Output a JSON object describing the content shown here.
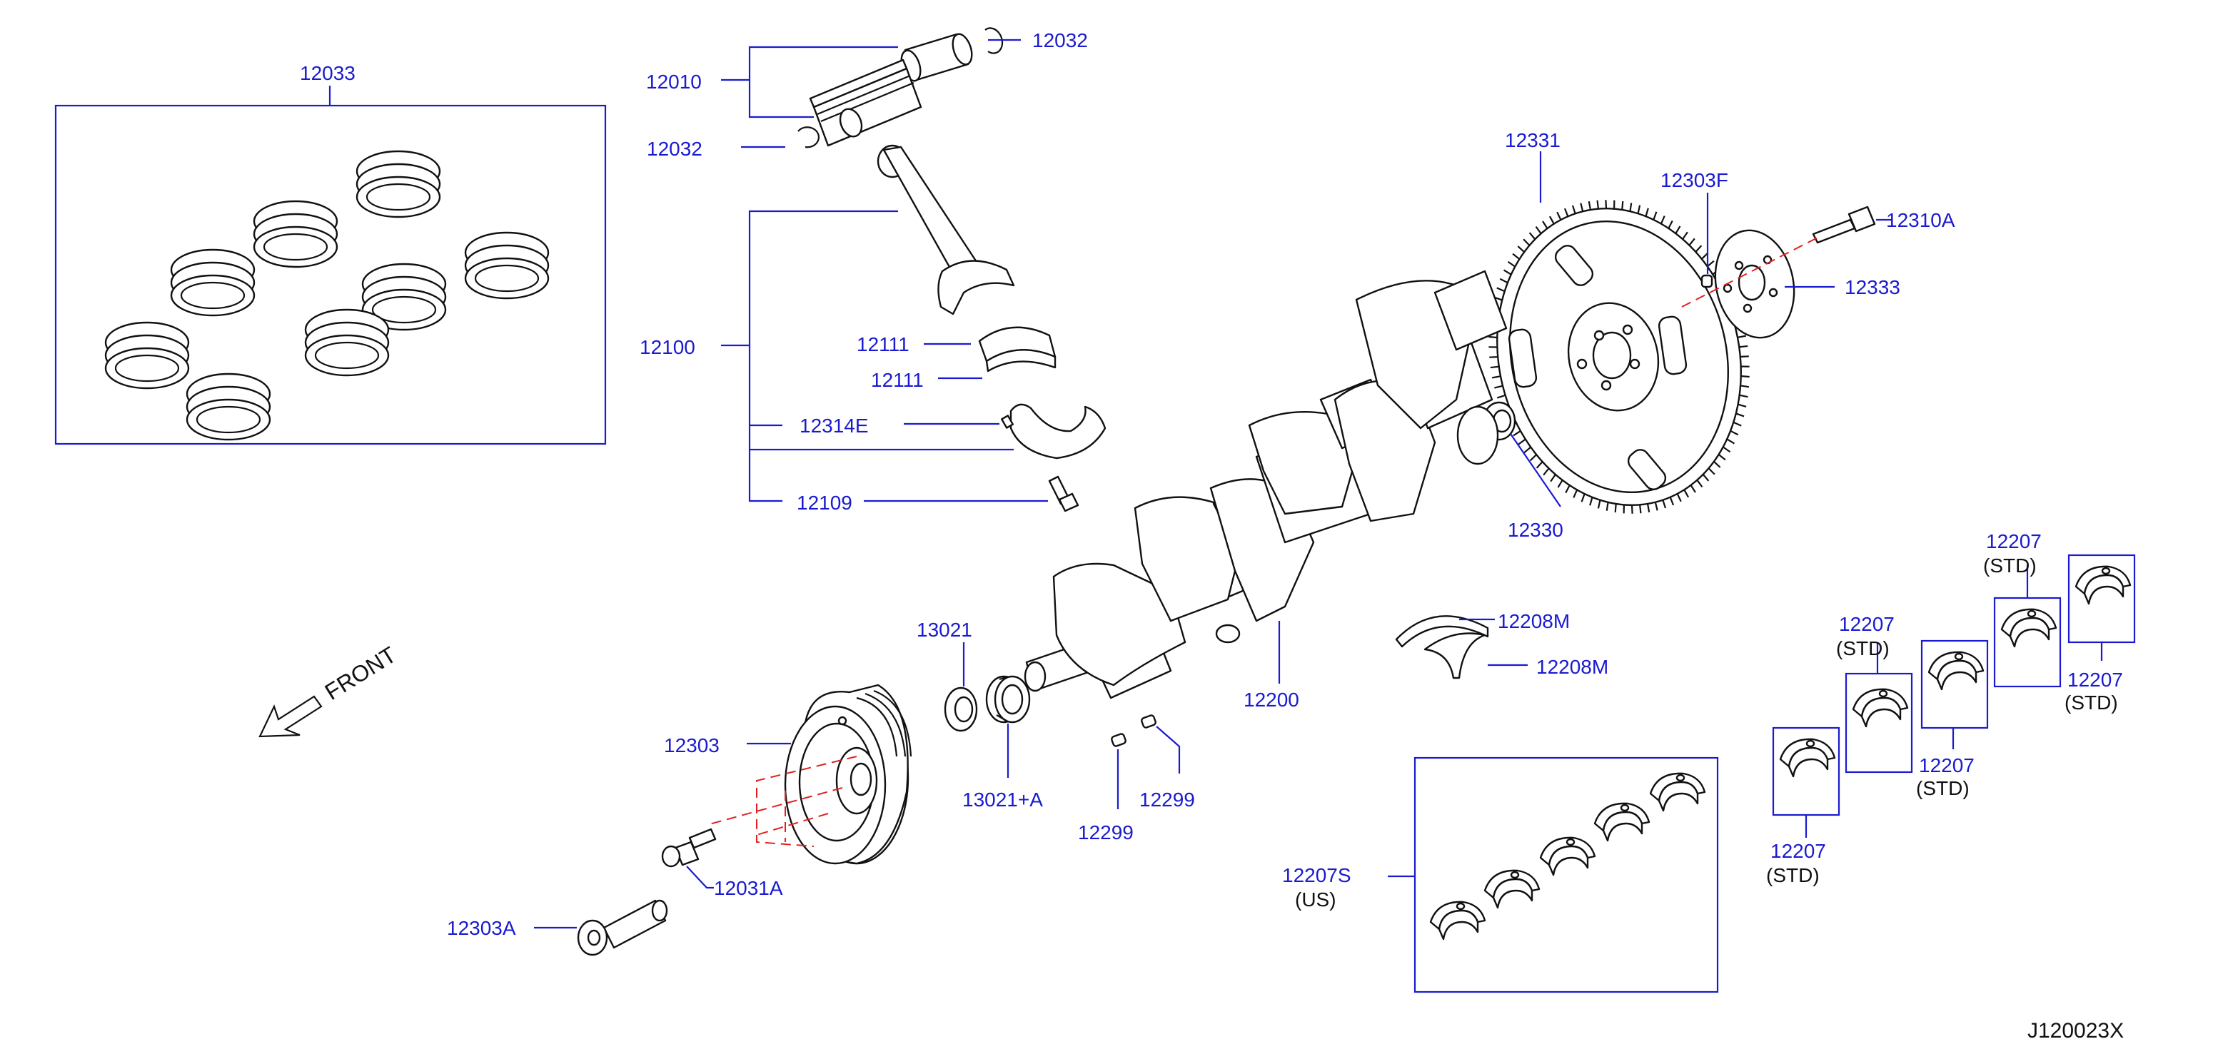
{
  "labels": {
    "p12033": "12033",
    "p12010": "12010",
    "p12032_a": "12032",
    "p12032_b": "12032",
    "p12100": "12100",
    "p12111_a": "12111",
    "p12111_b": "12111",
    "p12314E": "12314E",
    "p12109": "12109",
    "p12331": "12331",
    "p12303F": "12303F",
    "p12310A": "12310A",
    "p12333": "12333",
    "p12330": "12330",
    "p12208M_a": "12208M",
    "p12208M_b": "12208M",
    "p12200": "12200",
    "p13021": "13021",
    "p13021A": "13021+A",
    "p12303": "12303",
    "p12299_a": "12299",
    "p12299_b": "12299",
    "p12031A": "12031A",
    "p12303A": "12303A",
    "p12207S": "12207S",
    "us": "(US)",
    "p12207_1": "12207",
    "p12207_2": "12207",
    "p12207_3": "12207",
    "p12207_4": "12207",
    "p12207_5": "12207",
    "std": "(STD)"
  },
  "front_label": "FRONT",
  "diagram_code": "J120023X",
  "colors": {
    "label": "#1a1ad0",
    "outline": "#111111",
    "centerline": "#e02020",
    "background": "#ffffff"
  }
}
